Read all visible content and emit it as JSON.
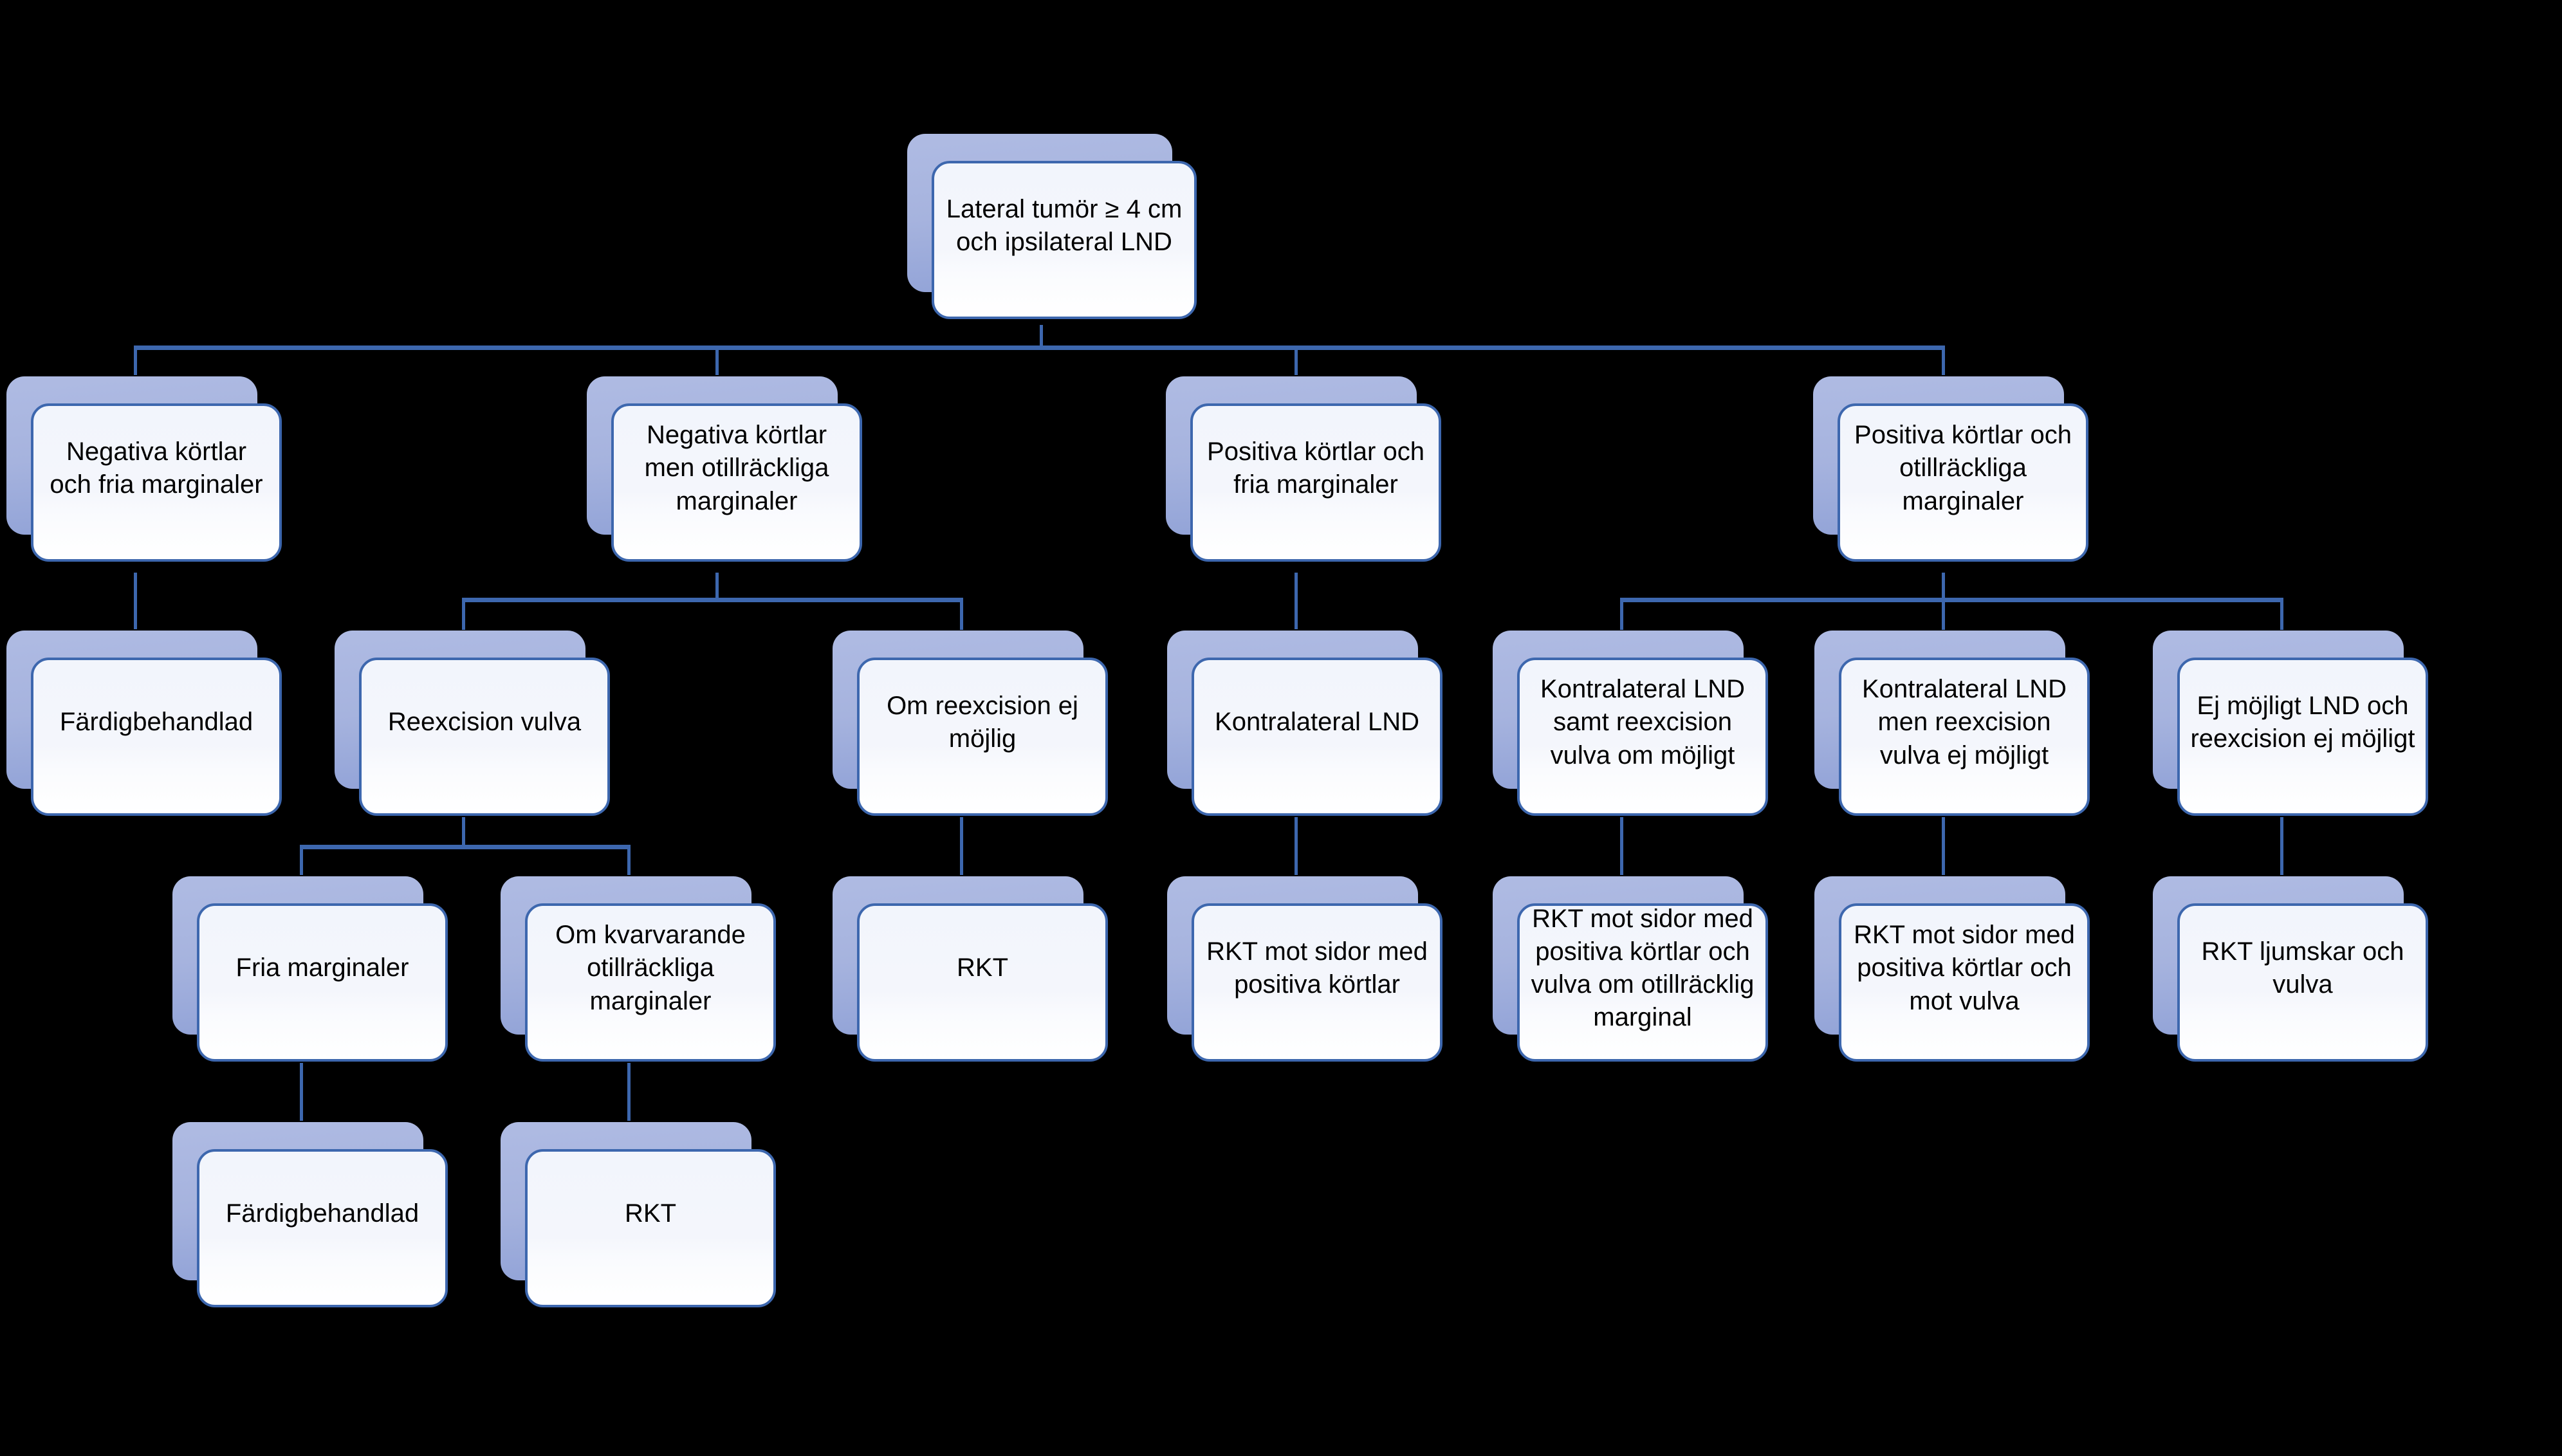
{
  "diagram": {
    "type": "flowchart",
    "orientation": "top-down",
    "language": "sv",
    "background_color": "#000000",
    "node_fill_color": "#F4F6FC",
    "node_border_color": "#3D67AE",
    "node_shadow_color": "#A6B3DE",
    "connector_color": "#3D67AE",
    "text_color": "#000000"
  },
  "nodes": {
    "root": "Lateral tumör ≥ 4 cm och ipsilateral LND",
    "r2c1": "Negativa körtlar och fria marginaler",
    "r2c2": "Negativa körtlar men otillräckliga marginaler",
    "r2c3": "Positiva körtlar och fria marginaler",
    "r2c4": "Positiva körtlar  och otillräckliga marginaler",
    "r3c1": "Färdigbehandlad",
    "r3c2": "Reexcision vulva",
    "r3c3": "Om reexcision ej möjlig",
    "r3c4": "Kontralateral LND",
    "r3c5": "Kontralateral LND samt reexcision vulva om möjligt",
    "r3c6": "Kontralateral LND men reexcision vulva ej möjligt",
    "r3c7": "Ej möjligt LND och reexcision ej möjligt",
    "r4c1": "Fria marginaler",
    "r4c2": "Om kvarvarande otillräckliga marginaler",
    "r4c3": "RKT",
    "r4c4": "RKT mot sidor med positiva körtlar",
    "r4c5": "RKT mot sidor med positiva körtlar och vulva om otillräcklig marginal",
    "r4c6": "RKT mot sidor med positiva körtlar och mot vulva",
    "r4c7": "RKT ljumskar och vulva",
    "r5c1": "Färdigbehandlad",
    "r5c2": "RKT"
  },
  "edges": [
    {
      "from": "root",
      "to": "r2c1"
    },
    {
      "from": "root",
      "to": "r2c2"
    },
    {
      "from": "root",
      "to": "r2c3"
    },
    {
      "from": "root",
      "to": "r2c4"
    },
    {
      "from": "r2c1",
      "to": "r3c1"
    },
    {
      "from": "r2c2",
      "to": "r3c2"
    },
    {
      "from": "r2c2",
      "to": "r3c3"
    },
    {
      "from": "r2c3",
      "to": "r3c4"
    },
    {
      "from": "r2c4",
      "to": "r3c5"
    },
    {
      "from": "r2c4",
      "to": "r3c6"
    },
    {
      "from": "r2c4",
      "to": "r3c7"
    },
    {
      "from": "r3c2",
      "to": "r4c1"
    },
    {
      "from": "r3c2",
      "to": "r4c2"
    },
    {
      "from": "r3c3",
      "to": "r4c3"
    },
    {
      "from": "r3c4",
      "to": "r4c4"
    },
    {
      "from": "r3c5",
      "to": "r4c5"
    },
    {
      "from": "r3c6",
      "to": "r4c6"
    },
    {
      "from": "r3c7",
      "to": "r4c7"
    },
    {
      "from": "r4c1",
      "to": "r5c1"
    },
    {
      "from": "r4c2",
      "to": "r5c2"
    }
  ]
}
